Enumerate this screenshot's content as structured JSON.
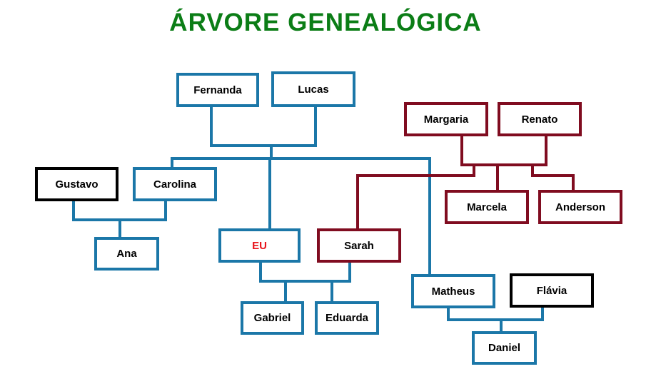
{
  "title": "ÁRVORE GENEALÓGICA",
  "colors": {
    "title": "#0b7d16",
    "blue": "#1b77a8",
    "red": "#800c20",
    "black": "#000000",
    "eu_text": "#e8131b"
  },
  "nodes": {
    "fernanda": "Fernanda",
    "lucas": "Lucas",
    "margaria": "Margaria",
    "renato": "Renato",
    "gustavo": "Gustavo",
    "carolina": "Carolina",
    "marcela": "Marcela",
    "anderson": "Anderson",
    "ana": "Ana",
    "eu": "EU",
    "sarah": "Sarah",
    "matheus": "Matheus",
    "flavia": "Flávia",
    "gabriel": "Gabriel",
    "eduarda": "Eduarda",
    "daniel": "Daniel"
  }
}
